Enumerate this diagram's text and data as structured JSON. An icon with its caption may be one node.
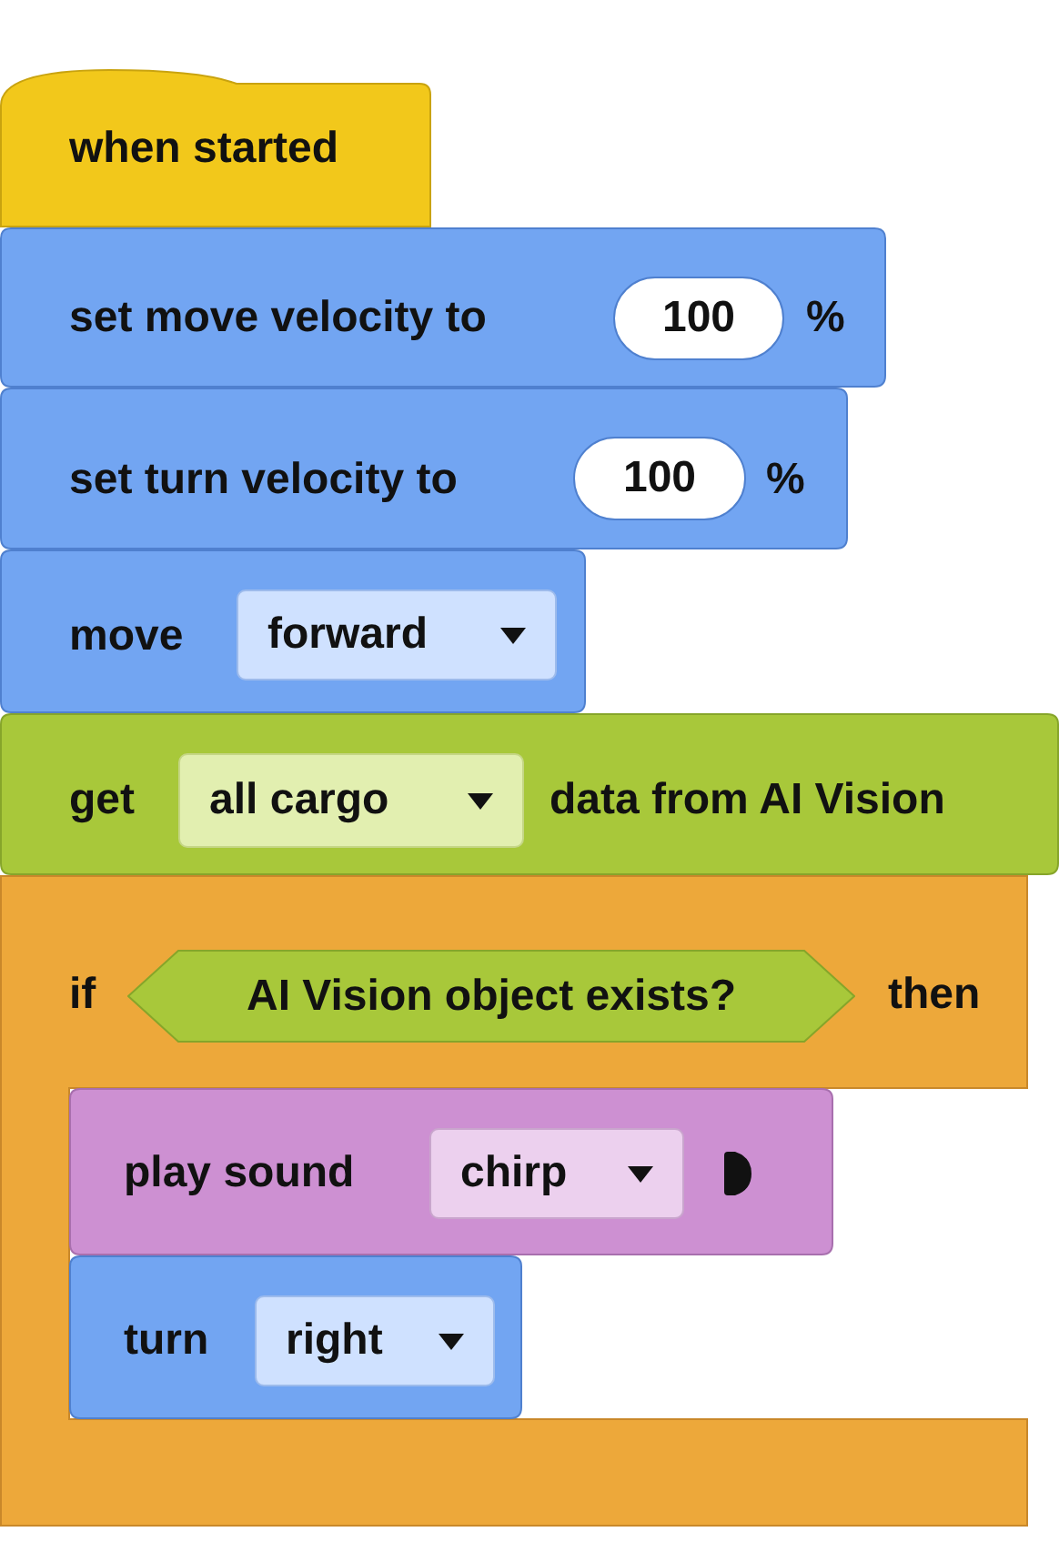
{
  "diagram": {
    "nodes": [
      {
        "text": [
          "when started"
        ]
      },
      {
        "text": [
          "set move velocity to",
          "%"
        ]
      },
      {
        "text": [
          "100"
        ],
        "in": 1
      },
      {
        "text": [
          "set turn velocity to",
          "%"
        ]
      },
      {
        "text": [
          "100"
        ],
        "in": 3
      },
      {
        "text": [
          "move"
        ]
      },
      {
        "text": [
          "forward"
        ],
        "in": 5
      },
      {
        "text": [
          "get",
          "data from AI Vision"
        ]
      },
      {
        "text": [
          "all cargo"
        ],
        "in": 7
      },
      {
        "text": [
          "if",
          "then"
        ]
      },
      {
        "text": [
          "AI Vision object exists?"
        ],
        "in": 9
      },
      {
        "text": [
          "play sound"
        ],
        "in": 9
      },
      {
        "text": [
          "chirp"
        ],
        "in": 11
      },
      {
        "text": [
          "turn"
        ],
        "in": 9
      },
      {
        "text": [
          "right"
        ],
        "in": 13
      }
    ]
  }
}
